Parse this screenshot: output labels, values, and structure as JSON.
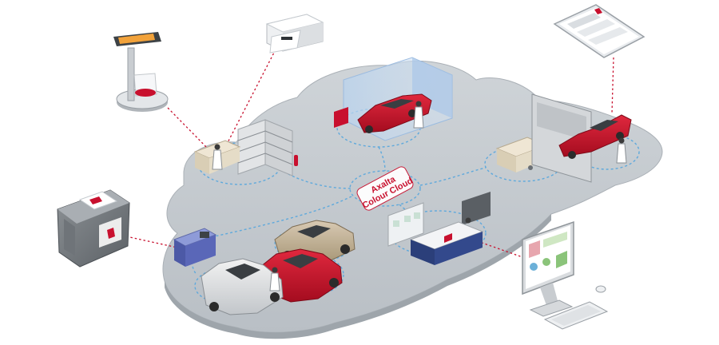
{
  "hub": {
    "line1": "Axalta",
    "line2": "Colour Cloud"
  },
  "colors": {
    "accent": "#c8102e",
    "cloud": "#c6cbd0",
    "cloud_edge": "#aab0b6",
    "path": "#5fa9dc",
    "connector": "#c8102e"
  },
  "stations": [
    {
      "name": "scale-station",
      "icon": "digital-scale-icon"
    },
    {
      "name": "label-printer",
      "icon": "printer-icon"
    },
    {
      "name": "spectrophotometer-device",
      "icon": "color-measuring-device-icon"
    },
    {
      "name": "mixing-room",
      "icon": "mixing-bench-icon"
    },
    {
      "name": "spray-booth",
      "icon": "spray-booth-icon"
    },
    {
      "name": "prep-station",
      "icon": "prep-station-icon"
    },
    {
      "name": "repair-workshop",
      "icon": "car-repair-icon"
    },
    {
      "name": "reception-desk",
      "icon": "reception-desk-icon"
    },
    {
      "name": "customer-parking",
      "icon": "parked-cars-icon"
    },
    {
      "name": "job-card-tablet",
      "icon": "tablet-icon"
    },
    {
      "name": "dashboard-computer",
      "icon": "monitor-icon"
    }
  ]
}
